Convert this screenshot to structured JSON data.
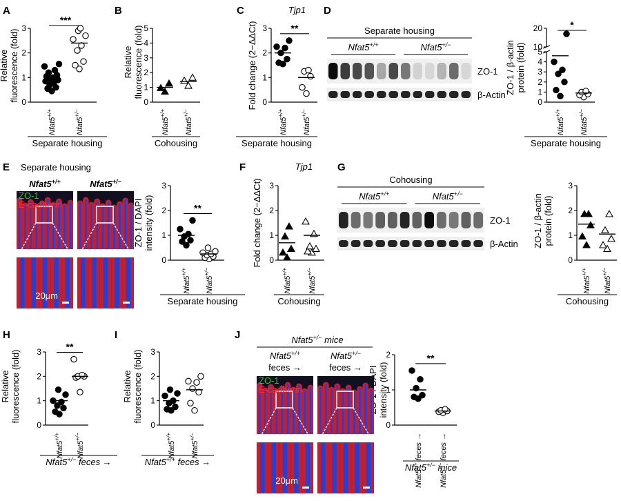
{
  "chart_data": [
    {
      "panel": "A",
      "type": "scatter",
      "title": "",
      "ylabel": "Relative fluorescence (fold)",
      "ylim": [
        0,
        3
      ],
      "yticks": [
        0,
        1,
        2,
        3
      ],
      "groups": [
        {
          "name": "Nfat5+/+",
          "marker": "filled-circle",
          "mean": 1.0,
          "values": [
            0.45,
            0.55,
            0.6,
            0.7,
            0.8,
            0.85,
            0.9,
            0.95,
            1.0,
            1.05,
            1.1,
            1.2,
            1.3,
            1.45,
            1.55
          ]
        },
        {
          "name": "Nfat5+/−",
          "marker": "open-circle",
          "mean": 2.4,
          "values": [
            1.35,
            1.5,
            1.65,
            2.1,
            2.3,
            2.55,
            2.7,
            2.9,
            3.0
          ]
        }
      ],
      "significance": "***",
      "caption": "Separate housing"
    },
    {
      "panel": "B",
      "type": "scatter",
      "title": "",
      "ylabel": "Relative fluorescence (fold)",
      "ylim": [
        0,
        5
      ],
      "yticks": [
        0,
        1,
        2,
        3,
        4,
        5
      ],
      "groups": [
        {
          "name": "Nfat5+/+",
          "marker": "filled-triangle",
          "mean": 1.0,
          "values": [
            0.7,
            0.95,
            1.25
          ]
        },
        {
          "name": "Nfat5+/−",
          "marker": "open-triangle",
          "mean": 1.4,
          "values": [
            1.1,
            1.45,
            1.65
          ]
        }
      ],
      "significance": "",
      "caption": "Cohousing"
    },
    {
      "panel": "C",
      "type": "scatter",
      "title": "Tjp1",
      "ylabel": "Fold change (2−ΔΔCt)",
      "ylim": [
        0,
        3
      ],
      "yticks": [
        0,
        1,
        2,
        3
      ],
      "groups": [
        {
          "name": "Nfat5+/+",
          "marker": "filled-circle",
          "mean": 2.0,
          "values": [
            1.55,
            1.6,
            1.75,
            2.0,
            2.2,
            2.25,
            2.5
          ]
        },
        {
          "name": "Nfat5+/−",
          "marker": "open-circle",
          "mean": 1.0,
          "values": [
            0.35,
            0.6,
            1.05,
            1.25,
            1.3
          ]
        }
      ],
      "significance": "**",
      "caption": "Separate housing"
    },
    {
      "panel": "D",
      "type": "scatter",
      "title": "",
      "ylabel": "ZO-1 / β-actin protein (fold)",
      "ylim": [
        0,
        20
      ],
      "yticks": [
        0,
        1,
        2,
        3,
        4,
        5,
        10,
        20
      ],
      "groups": [
        {
          "name": "Nfat5+/+",
          "marker": "filled-circle",
          "mean": 4.6,
          "values": [
            0.6,
            1.2,
            2.0,
            2.8,
            3.2,
            4.0,
            17.0
          ]
        },
        {
          "name": "Nfat5+/−",
          "marker": "open-circle",
          "mean": 0.9,
          "values": [
            0.5,
            0.7,
            0.8,
            1.0,
            1.1
          ]
        }
      ],
      "significance": "*",
      "caption": "Separate housing"
    },
    {
      "panel": "E",
      "type": "scatter",
      "title": "",
      "ylabel": "ZO-1 / DAPI intensity (fold)",
      "ylim": [
        0,
        3
      ],
      "yticks": [
        0,
        1,
        2,
        3
      ],
      "groups": [
        {
          "name": "Nfat5+/+",
          "marker": "filled-circle",
          "mean": 1.0,
          "values": [
            0.6,
            0.75,
            0.8,
            0.95,
            1.05,
            1.25,
            1.6
          ]
        },
        {
          "name": "Nfat5+/−",
          "marker": "open-circle",
          "mean": 0.25,
          "values": [
            0.05,
            0.1,
            0.15,
            0.2,
            0.25,
            0.3,
            0.35,
            0.5
          ]
        }
      ],
      "significance": "**",
      "caption": "Separate housing"
    },
    {
      "panel": "F",
      "type": "scatter",
      "title": "Tjp1",
      "ylabel": "Fold change (2−ΔΔCt)",
      "ylim": [
        0,
        3
      ],
      "yticks": [
        0,
        1,
        2,
        3
      ],
      "groups": [
        {
          "name": "Nfat5+/+",
          "marker": "filled-triangle",
          "mean": 0.7,
          "values": [
            0.1,
            0.3,
            0.45,
            0.95,
            1.35
          ]
        },
        {
          "name": "Nfat5+/−",
          "marker": "open-triangle",
          "mean": 1.0,
          "values": [
            0.3,
            0.35,
            0.45,
            0.55,
            1.05,
            1.55
          ]
        }
      ],
      "significance": "",
      "caption": "Cohousing"
    },
    {
      "panel": "G",
      "type": "scatter",
      "title": "",
      "ylabel": "ZO-1 / β-actin protein (fold)",
      "ylim": [
        0,
        3
      ],
      "yticks": [
        0,
        1,
        2,
        3
      ],
      "groups": [
        {
          "name": "Nfat5+/+",
          "marker": "filled-triangle",
          "mean": 1.45,
          "values": [
            0.6,
            0.95,
            1.4,
            1.85,
            1.85
          ]
        },
        {
          "name": "Nfat5+/−",
          "marker": "open-triangle",
          "mean": 1.05,
          "values": [
            0.45,
            0.6,
            0.85,
            1.2,
            1.85
          ]
        }
      ],
      "significance": "",
      "caption": "Cohousing"
    },
    {
      "panel": "H",
      "type": "scatter",
      "title": "",
      "ylabel": "Relative fluorescence (fold)",
      "ylim": [
        0,
        3
      ],
      "yticks": [
        0,
        1,
        2,
        3
      ],
      "groups": [
        {
          "name": "Nfat5+/+",
          "marker": "filled-circle",
          "mean": 1.0,
          "values": [
            0.45,
            0.55,
            0.7,
            0.8,
            0.95,
            1.0,
            1.25,
            1.45
          ]
        },
        {
          "name": "Nfat5+/−",
          "marker": "open-circle",
          "mean": 2.0,
          "values": [
            1.35,
            1.95,
            2.0,
            2.0,
            2.05,
            2.7
          ]
        }
      ],
      "significance": "**",
      "caption": "Nfat5+/− feces →"
    },
    {
      "panel": "I",
      "type": "scatter",
      "title": "",
      "ylabel": "Relative fluorescence (fold)",
      "ylim": [
        0,
        3
      ],
      "yticks": [
        0,
        1,
        2,
        3
      ],
      "groups": [
        {
          "name": "Nfat5+/+",
          "marker": "filled-circle",
          "mean": 1.0,
          "values": [
            0.6,
            0.65,
            0.75,
            0.9,
            1.0,
            1.2,
            1.3,
            1.45
          ]
        },
        {
          "name": "Nfat5+/−",
          "marker": "open-circle",
          "mean": 1.45,
          "values": [
            0.6,
            0.9,
            1.35,
            1.5,
            1.75,
            1.8,
            2.0
          ]
        }
      ],
      "significance": "",
      "caption": "Nfat5+/+ feces →"
    },
    {
      "panel": "J",
      "type": "scatter",
      "title": "",
      "ylabel": "ZO-1 / DAPI intensity (fold)",
      "ylim": [
        0,
        2
      ],
      "yticks": [
        0,
        1,
        2
      ],
      "groups": [
        {
          "name": "Nfat5+/+ feces →",
          "marker": "filled-circle",
          "mean": 1.0,
          "values": [
            0.75,
            0.8,
            0.85,
            1.05,
            1.3,
            1.55
          ]
        },
        {
          "name": "Nfat5+/− feces →",
          "marker": "open-circle",
          "mean": 0.4,
          "values": [
            0.35,
            0.38,
            0.4,
            0.42,
            0.45
          ]
        }
      ],
      "significance": "**",
      "caption": "Nfat5+/− mice"
    }
  ],
  "images": {
    "E": {
      "title": "Separate housing",
      "col1": "Nfat5+/+",
      "col2": "Nfat5+/−",
      "stain1": "ZO-1",
      "stain2": "E-cadherin",
      "scalebar": "20μm"
    },
    "J": {
      "title": "Nfat5+/− mice",
      "col1_line1": "Nfat5+/+",
      "col1_line2": "feces →",
      "col2_line1": "Nfat5+/−",
      "col2_line2": "feces →",
      "stain1": "ZO-1",
      "stain2": "E-cadherin",
      "scalebar": "20μm"
    }
  },
  "blots": {
    "D": {
      "header": "Separate housing",
      "group1": "Nfat5+/+",
      "group2": "Nfat5+/−",
      "band1": "ZO-1",
      "band2": "β-Actin"
    },
    "G": {
      "header": "Cohousing",
      "group1": "Nfat5+/+",
      "group2": "Nfat5+/−",
      "band1": "ZO-1",
      "band2": "β-Actin"
    }
  },
  "colors": {
    "stain1": "#21d321",
    "stain2": "#ff2b2b",
    "tissue_red": "#c02030",
    "nucleus_blue": "#2040d8"
  }
}
